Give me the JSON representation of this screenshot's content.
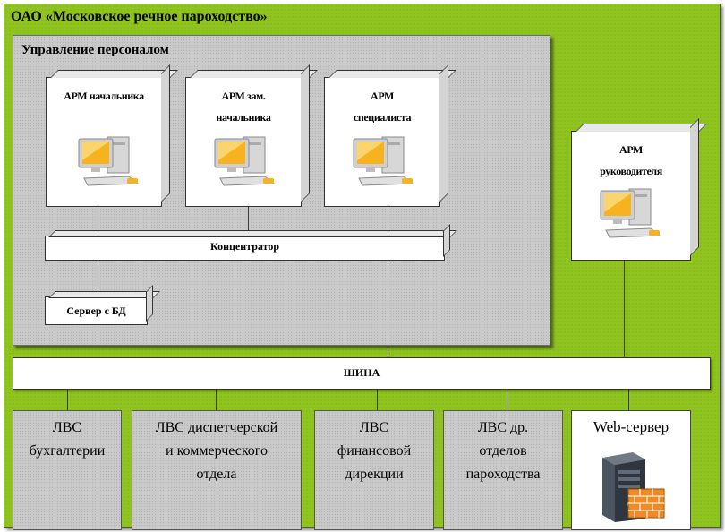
{
  "company_title": "ОАО «Московское речное пароходство»",
  "department_title": "Управление персоналом",
  "workstations": [
    {
      "line1": "АРМ начальника",
      "line2": ""
    },
    {
      "line1": "АРМ зам.",
      "line2": "начальника"
    },
    {
      "line1": "АРМ",
      "line2": "специалиста"
    }
  ],
  "manager_ws": {
    "line1": "АРМ",
    "line2": "руководителя"
  },
  "hub_label": "Концентратор",
  "db_server_label": "Сервер с БД",
  "bus_label": "ШИНА",
  "lans": [
    {
      "lines": [
        "ЛВС",
        "бухгалтерии",
        ""
      ]
    },
    {
      "lines": [
        "ЛВС диспетчерской",
        "и коммерческого",
        "отдела"
      ]
    },
    {
      "lines": [
        "ЛВС",
        "финансовой",
        "дирекции"
      ]
    },
    {
      "lines": [
        "ЛВС др.",
        "отделов",
        "пароходства"
      ]
    }
  ],
  "web_server_label": "Web-сервер",
  "icons": [
    "computer-icon",
    "server-icon",
    "firewall-icon"
  ],
  "colors": {
    "background": "#8fc31f",
    "panel": "#c9c9c9",
    "screen": "#f6b21f"
  }
}
